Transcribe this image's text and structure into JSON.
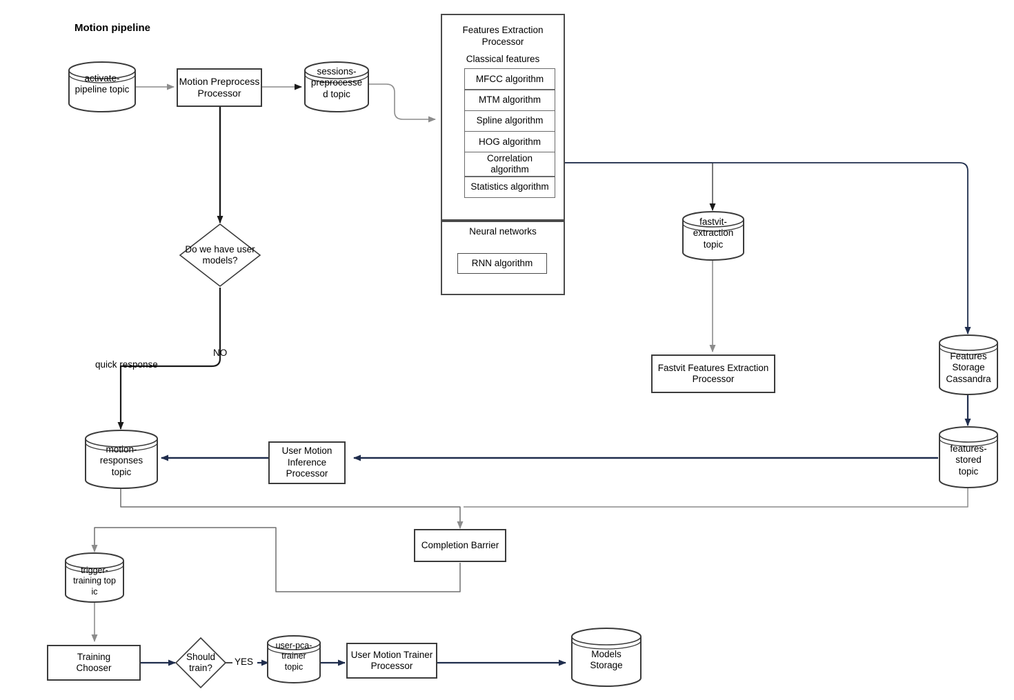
{
  "diagram": {
    "title": "Motion pipeline",
    "type": "flowchart",
    "colors": {
      "edge_gray": "#8c8c8c",
      "edge_navy": "#1f2d4d",
      "edge_black": "#1a1a1a",
      "stroke": "#3b3b3b"
    }
  },
  "nodes": {
    "activate_pipeline_topic": "activate-\npipeline topic",
    "motion_preprocess_processor": "Motion Preprocess\nProcessor",
    "sessions_preprocessed_topic": "sessions-\npreprocesse\nd topic",
    "features_extraction_processor": "Features Extraction\nProcessor",
    "classical_features": "Classical features",
    "neural_networks": "Neural networks",
    "rnn_algorithm": "RNN algorithm",
    "do_we_have_user_models": "Do we have user\nmodels?",
    "fastvit_extraction_topic": "fastvit-\nextraction\ntopic",
    "fastvit_features_extraction_processor": "Fastvit Features Extraction\nProcessor",
    "features_storage_cassandra": "Features\nStorage\nCassandra",
    "features_stored_topic": "features-\nstored\ntopic",
    "motion_responses_topic": "motion-\nresponses\ntopic",
    "user_motion_inference_processor": "User Motion\nInference\nProcessor",
    "completion_barrier": "Completion Barrier",
    "trigger_training_topic": "trigger-\ntraining top\nic",
    "training_chooser": "Training\nChooser",
    "should_train": "Should\ntrain?",
    "user_pca_trainer_topic": "user-pca-\ntrainer\ntopic",
    "user_motion_trainer_processor": "User Motion Trainer\nProcessor",
    "models_storage": "Models\nStorage"
  },
  "algorithms": [
    "MFCC algorithm",
    "MTM algorithm",
    "Spline algorithm",
    "HOG algorithm",
    "Correlation\nalgorithm",
    "Statistics algorithm"
  ],
  "edge_labels": {
    "no": "NO",
    "quick_response": "quick response",
    "yes": "YES"
  }
}
